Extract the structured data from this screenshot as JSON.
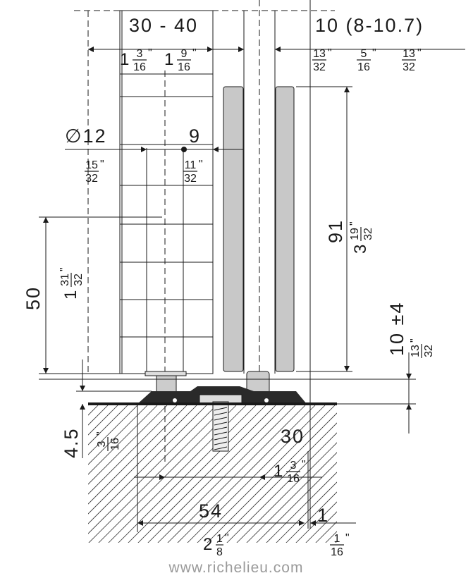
{
  "drawing": {
    "dims": {
      "width_range": "30 - 40",
      "width_range_in_a": {
        "whole": "1",
        "num": "3",
        "den": "16",
        "unit": "\""
      },
      "width_range_in_b": {
        "whole": "1",
        "num": "9",
        "den": "16",
        "unit": "\""
      },
      "glass": "10 (8-10.7)",
      "glass_in_a": {
        "num": "13",
        "den": "32",
        "unit": "\""
      },
      "glass_in_b": {
        "num": "5",
        "den": "16",
        "unit": "\""
      },
      "glass_in_c": {
        "num": "13",
        "den": "32",
        "unit": "\""
      },
      "hole_dia": "∅12",
      "hole_dia_in": {
        "num": "15",
        "den": "32",
        "unit": "\""
      },
      "hole_offset": "9",
      "hole_offset_in": {
        "num": "11",
        "den": "32",
        "unit": "\""
      },
      "height_91": "91",
      "height_91_in": {
        "whole": "3",
        "num": "19",
        "den": "32",
        "unit": "\""
      },
      "height_50": "50",
      "height_50_in": {
        "whole": "1",
        "num": "31",
        "den": "32",
        "unit": "\""
      },
      "gap": "10 ±4",
      "gap_in": {
        "num": "13",
        "den": "32",
        "unit": "\""
      },
      "base_h": "4.5",
      "base_h_in": {
        "num": "3",
        "den": "16",
        "unit": "\""
      },
      "spacing": "30",
      "spacing_in": {
        "whole": "1",
        "num": "3",
        "den": "16",
        "unit": "\""
      },
      "base_w": "54",
      "base_w_in": {
        "whole": "2",
        "num": "1",
        "den": "8",
        "unit": "\""
      },
      "offset": "1",
      "offset_in": {
        "num": "1",
        "den": "16",
        "unit": "\""
      }
    },
    "watermark": "www.richelieu.com",
    "colors": {
      "line": "#1a1a1a",
      "gray_bar": "#c8c8c8",
      "watermark": "#9a9a9a"
    }
  }
}
